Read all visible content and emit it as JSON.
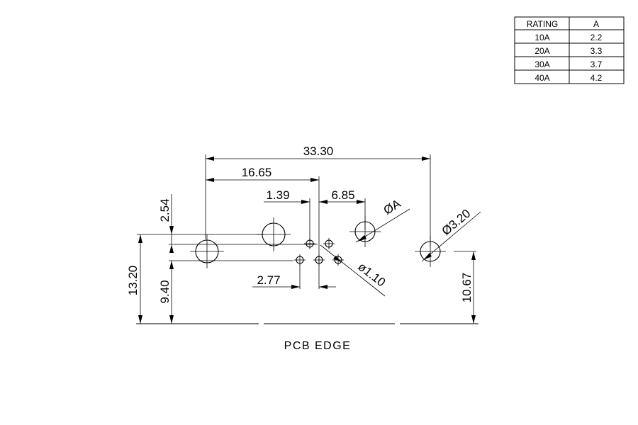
{
  "rating_table": {
    "headers": [
      "RATING",
      "A"
    ],
    "rows": [
      [
        "10A",
        "2.2"
      ],
      [
        "20A",
        "3.3"
      ],
      [
        "30A",
        "3.7"
      ],
      [
        "40A",
        "4.2"
      ]
    ]
  },
  "dimensions": {
    "overall_width": "33.30",
    "half_width": "16.65",
    "pin_offset": "1.39",
    "pin_spacing": "6.85",
    "pin_pitch": "2.77",
    "row_offset": "2.54",
    "total_height": "13.20",
    "row_height": "9.40",
    "right_hole_height": "10.67",
    "hole_a": "ØA",
    "hole_large": "Ø3.20",
    "hole_small": "ø1.10"
  },
  "pcb_edge_label": "PCB EDGE"
}
